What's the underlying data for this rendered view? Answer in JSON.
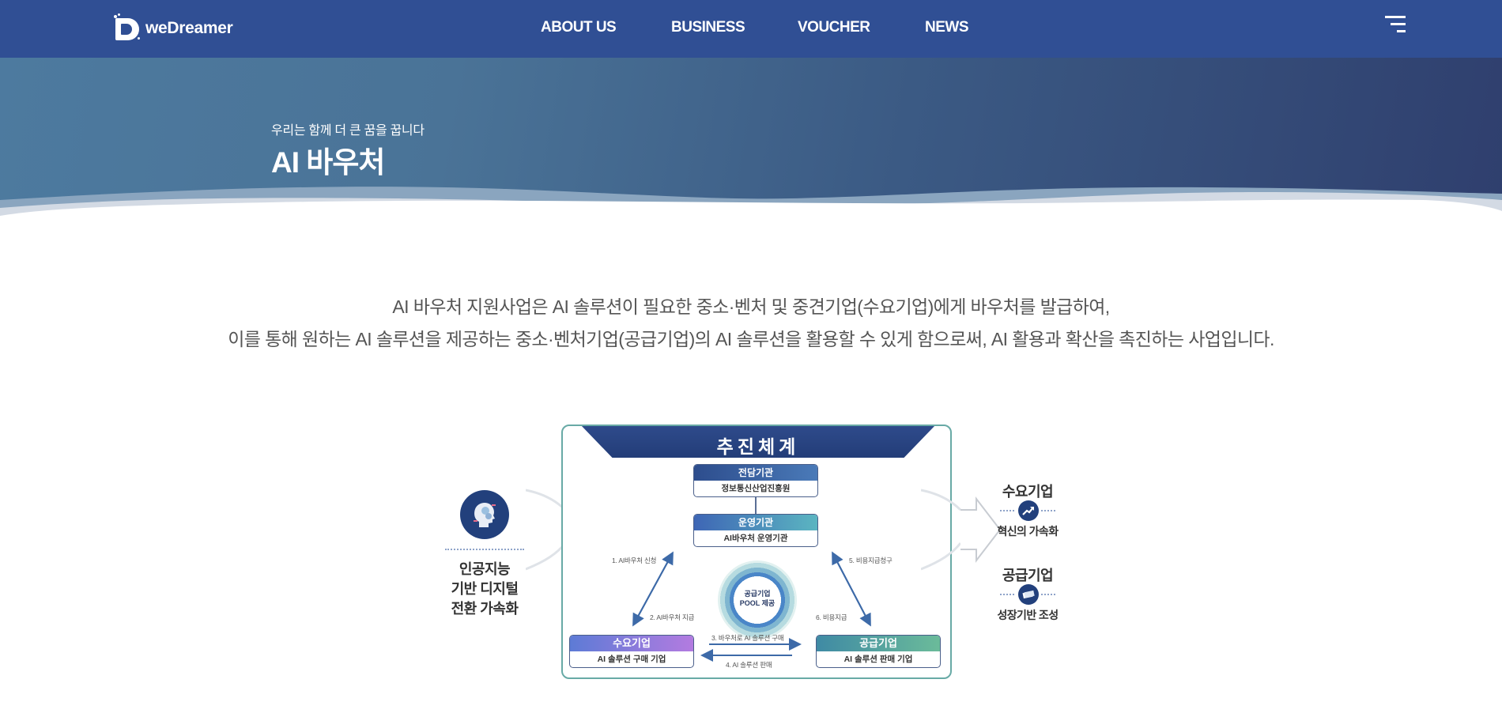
{
  "header": {
    "logo_text": "weDreamer",
    "nav": [
      {
        "label": "ABOUT US"
      },
      {
        "label": "BUSINESS"
      },
      {
        "label": "VOUCHER"
      },
      {
        "label": "NEWS"
      }
    ],
    "menu_icon": "hamburger-menu-icon",
    "background_color": "#304f94"
  },
  "banner": {
    "subtitle": "우리는 함께 더 큰 꿈을 꿉니다",
    "title": "AI 바우처"
  },
  "description": {
    "line1": "AI 바우처 지원사업은 AI 솔루션이 필요한 중소·벤처 및 중견기업(수요기업)에게 바우처를 발급하여,",
    "line2": "이를 통해 원하는 AI 솔루션을 제공하는 중소·벤처기업(공급기업)의 AI 솔루션을 활용할 수 있게 함으로써, AI 활용과 확산을 촉진하는 사업입니다."
  },
  "diagram": {
    "left": {
      "icon": "ai-head-icon",
      "text_lines": [
        "인공지능",
        "기반 디지털",
        "전환 가속화"
      ]
    },
    "panel": {
      "title": "추진체계",
      "dedicated_agency": {
        "header": "전담기관",
        "name": "정보통신산업진흥원"
      },
      "operating_agency": {
        "header": "운영기관",
        "name": "AI바우처 운영기관"
      },
      "pool": {
        "line1": "공급기업",
        "line2": "POOL 제공"
      },
      "demand_company": {
        "header": "수요기업",
        "name": "AI 솔루션 구매 기업"
      },
      "supply_company": {
        "header": "공급기업",
        "name": "AI 솔루션 판매 기업"
      },
      "steps": [
        "1. AI바우처 신청",
        "2. AI바우처 지급",
        "3. 바우처로 AI 솔루션 구매",
        "4. AI 솔루션 판매",
        "5. 비용지급청구",
        "6. 비용지급"
      ]
    },
    "right": {
      "demand": {
        "title": "수요기업",
        "icon": "growth-chart-icon",
        "text": "혁신의 가속화"
      },
      "supply": {
        "title": "공급기업",
        "icon": "money-stack-icon",
        "text": "성장기반 조성"
      }
    }
  }
}
